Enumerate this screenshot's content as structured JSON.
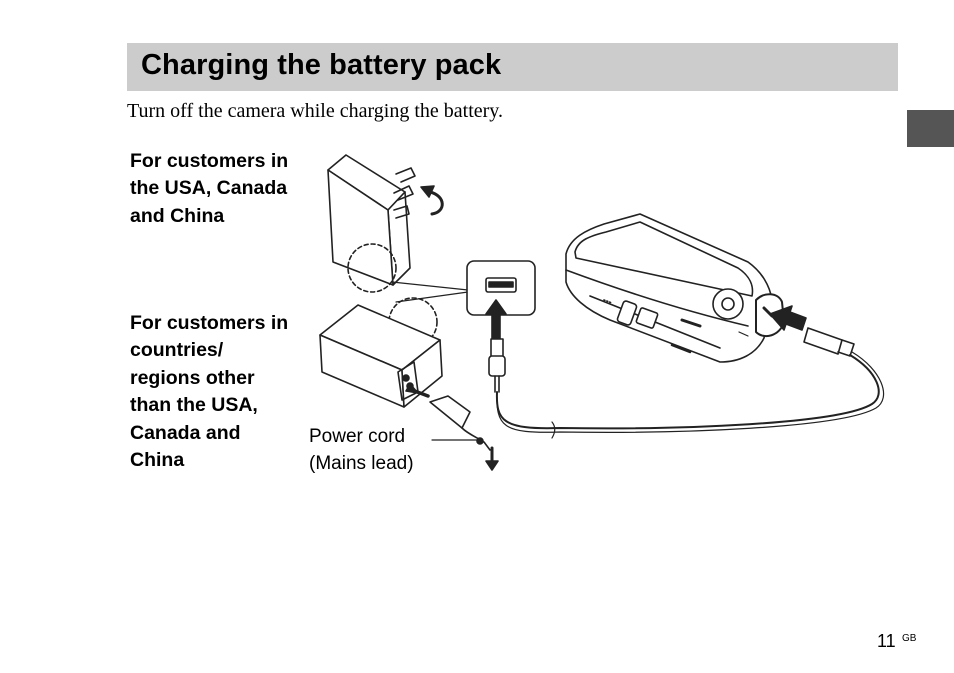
{
  "heading": {
    "title": "Charging the battery pack"
  },
  "intro": "Turn off the camera while charging the battery.",
  "label_usa": [
    "For customers in",
    "the USA, Canada",
    "and China"
  ],
  "label_other": [
    "For customers in",
    "countries/",
    "regions other",
    "than the USA,",
    "Canada and",
    "China"
  ],
  "power_cord": [
    "Power cord",
    "(Mains lead)"
  ],
  "footer": {
    "page_number": "11",
    "language_code": "GB"
  },
  "icons": [
    "heading-bar",
    "section-tab",
    "ac-adaptor-usa",
    "rotate-arrow-icon",
    "ac-adaptor-other",
    "usb-port-icon",
    "up-arrow-icon",
    "usb-plug",
    "usb-cable",
    "camera",
    "micro-usb-plug",
    "insert-arrow-icon",
    "power-cord-plug",
    "down-arrow-icon"
  ],
  "colors": {
    "heading_bar": "#cccccc",
    "section_tab": "#555555",
    "line_art": "#222222"
  }
}
